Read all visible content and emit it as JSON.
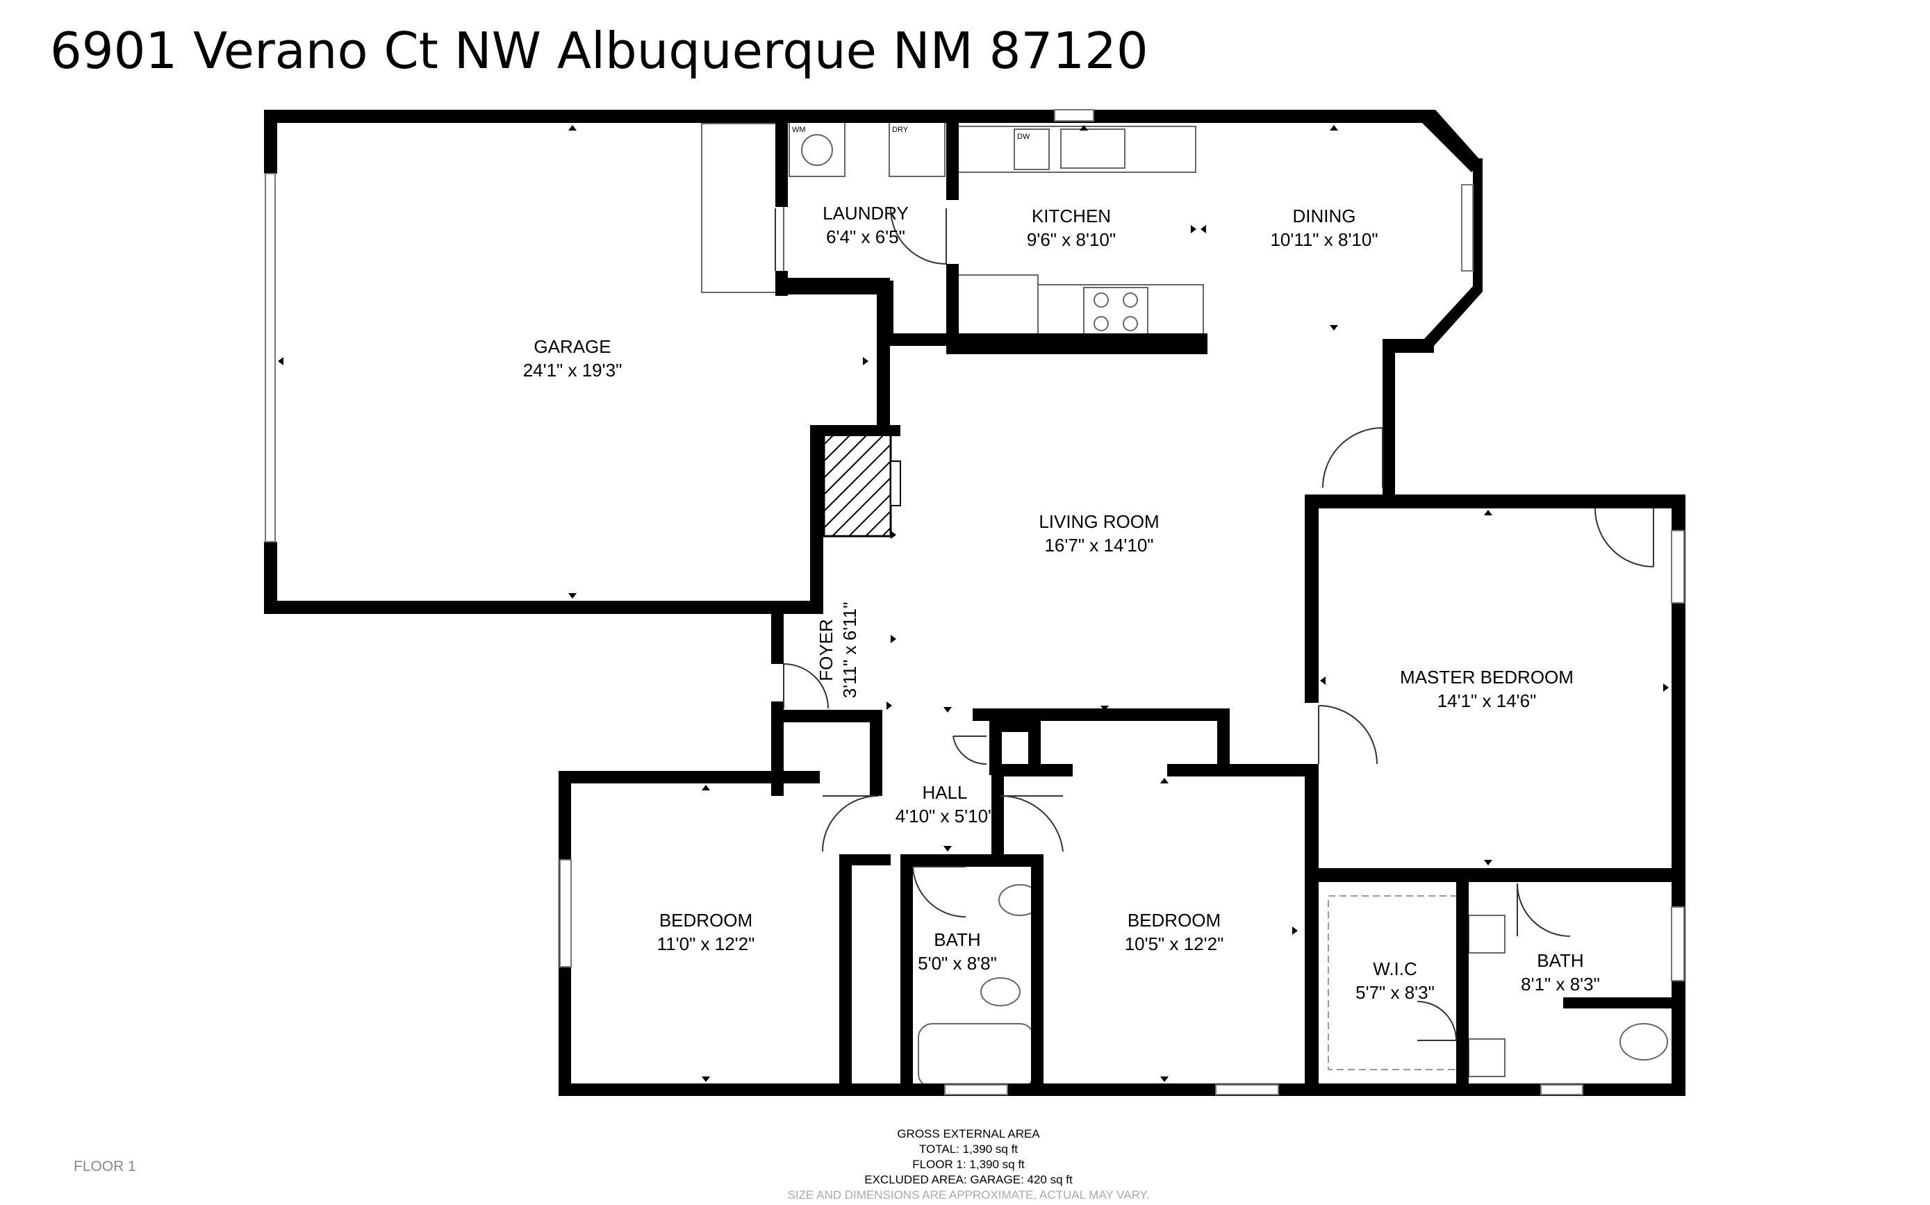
{
  "title": "6901 Verano Ct NW Albuquerque NM 87120",
  "rooms": [
    {
      "key": "garage",
      "name": "GARAGE",
      "dims": "24'1\" x 19'3\""
    },
    {
      "key": "laundry",
      "name": "LAUNDRY",
      "dims": "6'4\" x 6'5\""
    },
    {
      "key": "kitchen",
      "name": "KITCHEN",
      "dims": "9'6\" x 8'10\""
    },
    {
      "key": "dining",
      "name": "DINING",
      "dims": "10'11\" x 8'10\""
    },
    {
      "key": "living",
      "name": "LIVING ROOM",
      "dims": "16'7\" x 14'10\""
    },
    {
      "key": "foyer",
      "name": "FOYER",
      "dims": "3'11\" x 6'11\""
    },
    {
      "key": "master",
      "name": "MASTER BEDROOM",
      "dims": "14'1\" x 14'6\""
    },
    {
      "key": "hall",
      "name": "HALL",
      "dims": "4'10\" x 5'10\""
    },
    {
      "key": "bedroom1",
      "name": "BEDROOM",
      "dims": "11'0\" x 12'2\""
    },
    {
      "key": "bath1",
      "name": "BATH",
      "dims": "5'0\" x 8'8\""
    },
    {
      "key": "bedroom2",
      "name": "BEDROOM",
      "dims": "10'5\" x 12'2\""
    },
    {
      "key": "wic",
      "name": "W.I.C",
      "dims": "5'7\" x 8'3\""
    },
    {
      "key": "bath2",
      "name": "BATH",
      "dims": "8'1\" x 8'3\""
    }
  ],
  "appliance_labels": {
    "washer": "WM",
    "dryer": "DRY",
    "dishwasher": "DW"
  },
  "footer": {
    "heading": "GROSS EXTERNAL AREA",
    "total": "TOTAL: 1,390 sq ft",
    "floor1": "FLOOR 1: 1,390 sq ft",
    "excluded": "EXCLUDED AREA: GARAGE: 420 sq ft",
    "note": "SIZE AND DIMENSIONS ARE APPROXIMATE, ACTUAL MAY VARY."
  },
  "floor_label": "FLOOR 1"
}
